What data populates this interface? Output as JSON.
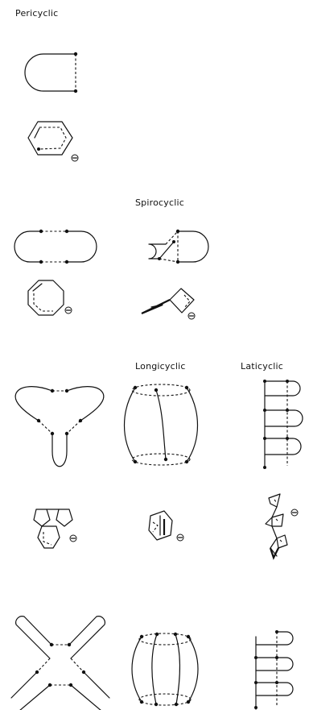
{
  "headings": {
    "pericyclic": "Pericyclic",
    "spirocyclic": "Spirocyclic",
    "longicyclic": "Longicyclic",
    "laticyclic": "Laticyclic"
  }
}
